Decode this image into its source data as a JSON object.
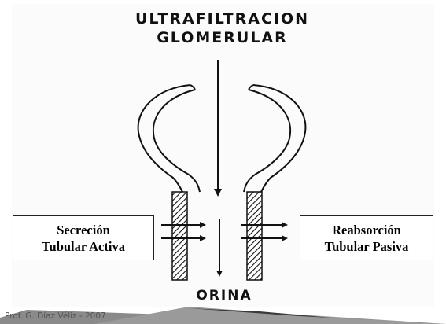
{
  "title": {
    "line1": "ULTRAFILTRACION",
    "line2": "GLOMERULAR"
  },
  "left_box": {
    "line1": "Secreción",
    "line2": "Tubular Activa"
  },
  "right_box": {
    "line1": "Reabsorción",
    "line2": "Tubular Pasiva"
  },
  "bottom_label": "ORINA",
  "footer": "Prof. G. Díaz Véliz - 2007",
  "colors": {
    "panel": "#fbfbfb",
    "ink": "#111111",
    "footer_bar": "#8a8a8a",
    "footer_bar_dark": "#3a3a3a"
  }
}
